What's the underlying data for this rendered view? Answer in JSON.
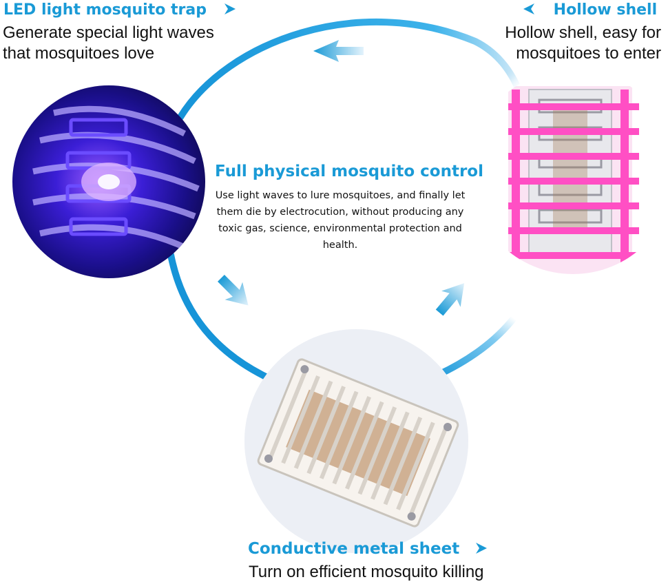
{
  "led_trap": {
    "title": "LED light mosquito trap",
    "description_line1": "Generate special light waves",
    "description_line2": "that mosquitoes love"
  },
  "hollow_shell": {
    "title": "Hollow shell",
    "description_line1": "Hollow shell, easy for",
    "description_line2": "mosquitoes to enter"
  },
  "center": {
    "title": "Full physical mosquito control",
    "body": "Use light waves to lure mosquitoes, and finally let them die by electrocution, without producing any toxic gas, science, environmental protection and health."
  },
  "metal_sheet": {
    "title": "Conductive metal sheet",
    "description": "Turn on efficient mosquito killing"
  },
  "colors": {
    "accent_blue": "#1a9ad6",
    "shell_pink": "#ff4fc4",
    "led_violet": "#3b1ed6"
  }
}
